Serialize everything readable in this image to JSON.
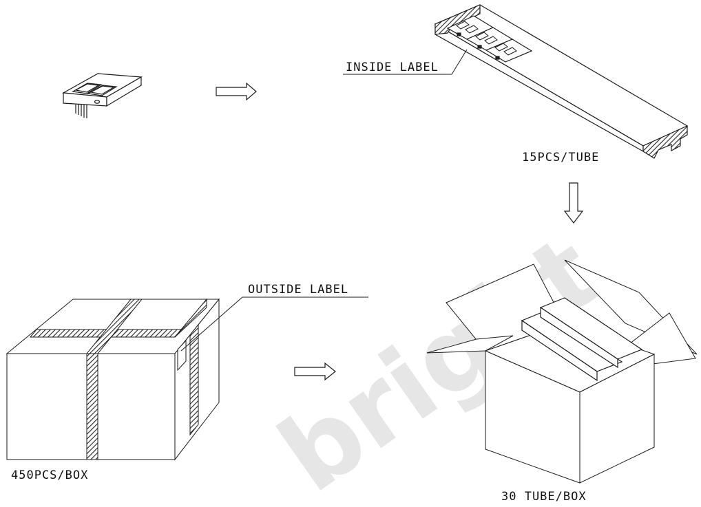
{
  "labels": {
    "inside_label": "INSIDE LABEL",
    "outside_label": "OUTSIDE LABEL",
    "tube_qty": "15PCS/TUBE",
    "box_qty": "450PCS/BOX",
    "carton_qty": "30 TUBE/BOX"
  },
  "watermark": "bright",
  "colors": {
    "line": "#1a1a1a",
    "watermark": "#e6e6e6",
    "background": "#ffffff"
  }
}
